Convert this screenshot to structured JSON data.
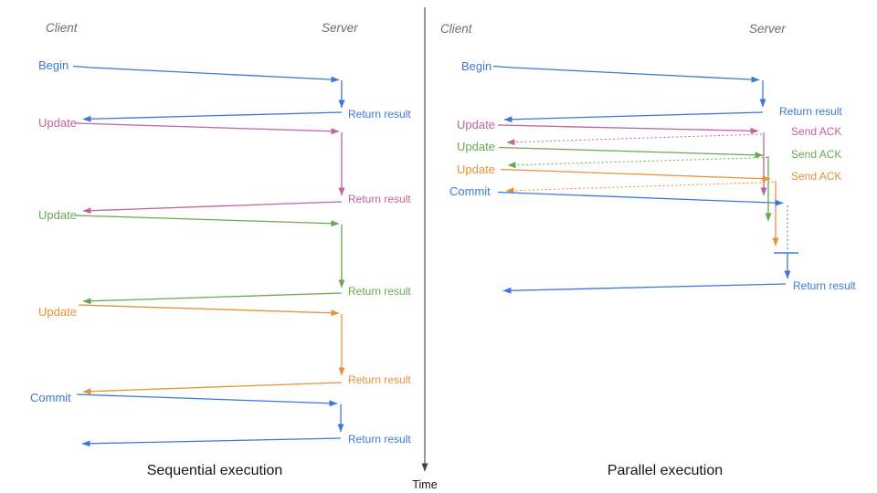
{
  "colors": {
    "blue": "#3c78d8",
    "pink": "#c0639e",
    "green": "#6aa84f",
    "orange": "#e69138",
    "gray": "#6e6e6e",
    "dark": "#3f3f3f",
    "black": "#161616"
  },
  "time_axis": {
    "label": "Time"
  },
  "left": {
    "title": "Sequential execution",
    "client": "Client",
    "server": "Server",
    "rows": [
      {
        "label": "Begin",
        "result": "Return result"
      },
      {
        "label": "Update",
        "result": "Return result"
      },
      {
        "label": "Update",
        "result": "Return result"
      },
      {
        "label": "Update",
        "result": "Return result"
      },
      {
        "label": "Commit",
        "result": "Return result"
      }
    ]
  },
  "right": {
    "title": "Parallel execution",
    "client": "Client",
    "server": "Server",
    "begin": {
      "label": "Begin",
      "result": "Return result"
    },
    "updates": [
      {
        "label": "Update",
        "ack": "Send ACK"
      },
      {
        "label": "Update",
        "ack": "Send ACK"
      },
      {
        "label": "Update",
        "ack": "Send ACK"
      }
    ],
    "commit": {
      "label": "Commit",
      "result": "Return result"
    }
  }
}
